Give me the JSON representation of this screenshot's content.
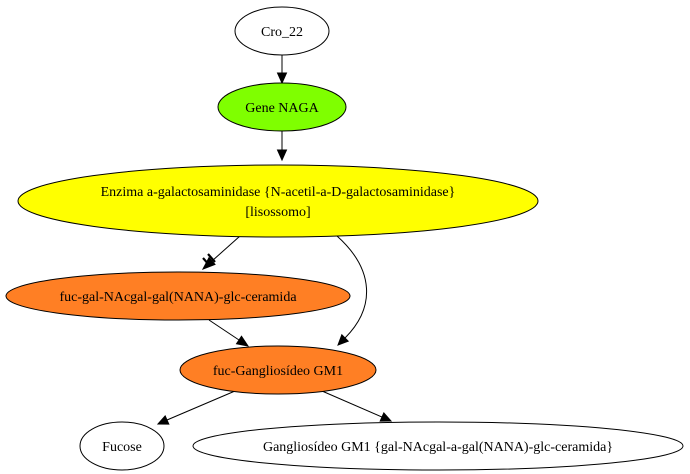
{
  "nodes": [
    {
      "id": "cro22",
      "lines": [
        "Cro_22"
      ],
      "fill": "#ffffff"
    },
    {
      "id": "gene",
      "lines": [
        "Gene NAGA"
      ],
      "fill": "#7fff00"
    },
    {
      "id": "enzyme",
      "lines": [
        "Enzima a-galactosaminidase {N-acetil-a-D-galactosaminidase}",
        "[lisossomo]"
      ],
      "fill": "#ffff00"
    },
    {
      "id": "substrate",
      "lines": [
        "fuc-gal-NAcgal-gal(NANA)-glc-ceramida"
      ],
      "fill": "#ff7f24"
    },
    {
      "id": "gm1fuc",
      "lines": [
        "fuc-Gangliosídeo GM1"
      ],
      "fill": "#ff7f24"
    },
    {
      "id": "fucose",
      "lines": [
        "Fucose"
      ],
      "fill": "#ffffff"
    },
    {
      "id": "gm1",
      "lines": [
        "Gangliosídeo GM1 {gal-NAcgal-a-gal(NANA)-glc-ceramida}"
      ],
      "fill": "#ffffff"
    }
  ],
  "edges": [
    {
      "from": "cro22",
      "to": "gene",
      "style": "normal"
    },
    {
      "from": "gene",
      "to": "enzyme",
      "style": "normal"
    },
    {
      "from": "enzyme",
      "to": "substrate",
      "style": "blocked"
    },
    {
      "from": "enzyme",
      "to": "gm1fuc",
      "style": "normal"
    },
    {
      "from": "substrate",
      "to": "gm1fuc",
      "style": "normal"
    },
    {
      "from": "gm1fuc",
      "to": "fucose",
      "style": "normal"
    },
    {
      "from": "gm1fuc",
      "to": "gm1",
      "style": "normal"
    }
  ]
}
